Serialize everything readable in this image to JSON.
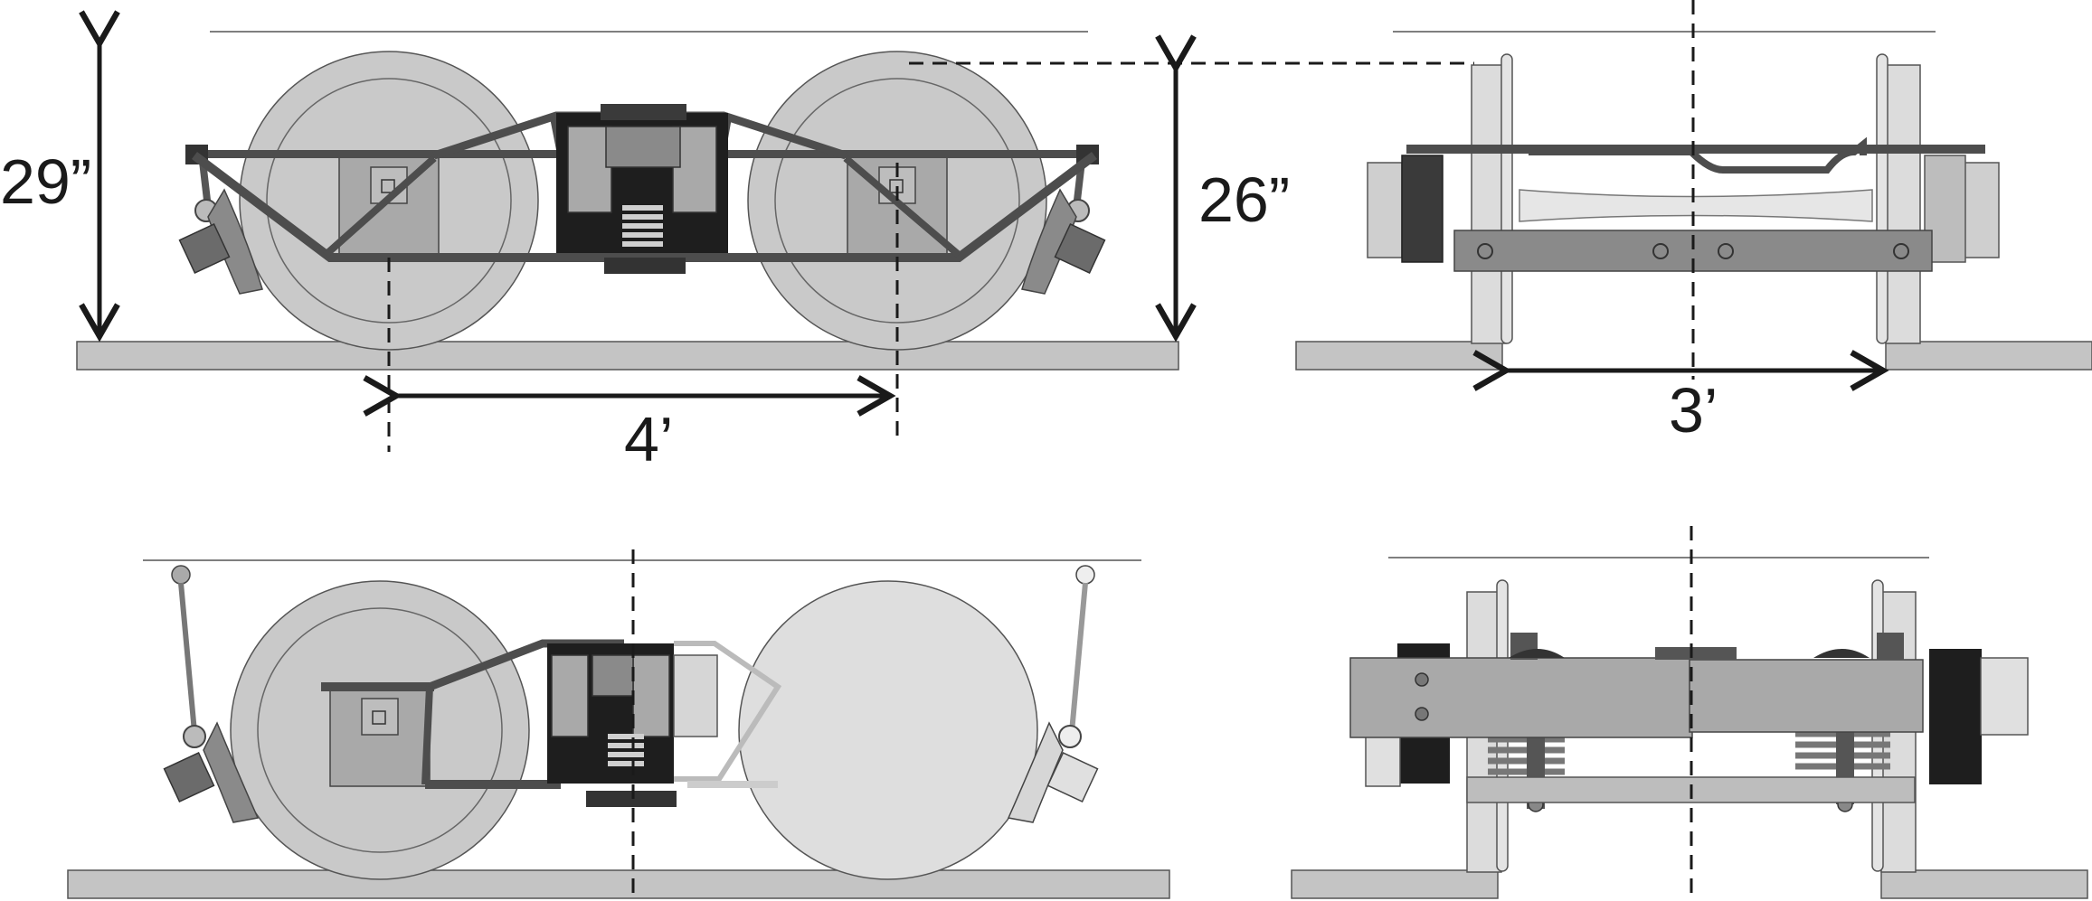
{
  "dimensions": {
    "overall_height": "29”",
    "wheel_height": "26”",
    "wheelbase": "4’",
    "gauge": "3’"
  },
  "colors": {
    "wheel": "#c9c9c9",
    "wheel_plain": "#dedede",
    "frame": "#4d4d4d",
    "bolster": "#1e1e1e",
    "box": "#a9a9a9",
    "rail": "#c4c4c4",
    "line": "#1a1a1a"
  }
}
